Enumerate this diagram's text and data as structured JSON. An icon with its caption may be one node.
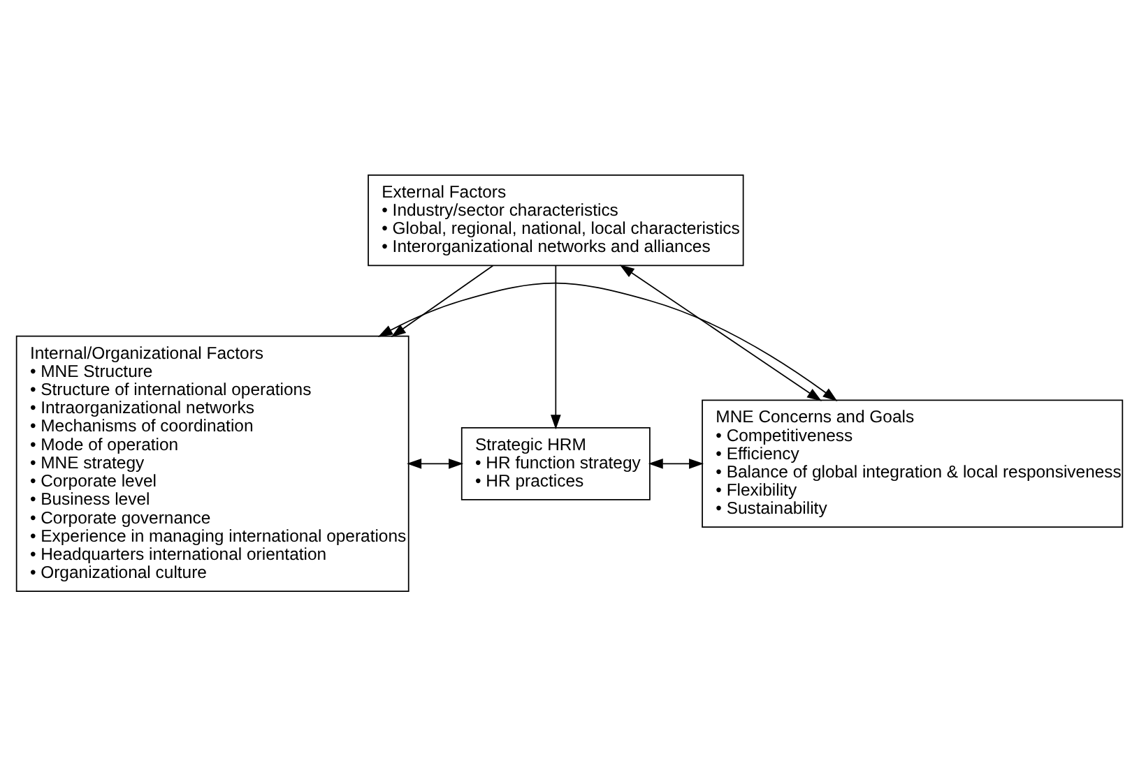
{
  "diagram": {
    "nodes": [
      {
        "text": [
          "External Factors",
          "• Industry/sector characteristics",
          "• Global, regional, national, local characteristics",
          "• Interorganizational networks and alliances"
        ]
      },
      {
        "text": [
          "Internal/Organizational Factors",
          "• MNE Structure",
          "• Structure of international operations",
          "• Intraorganizational networks",
          "• Mechanisms of coordination",
          "• Mode of operation",
          "• MNE strategy",
          "• Corporate level",
          "• Business level",
          "• Corporate governance",
          "• Experience in managing international operations",
          "• Headquarters international orientation",
          "• Organizational culture"
        ]
      },
      {
        "text": [
          "Strategic HRM",
          "• HR function strategy",
          "• HR practices"
        ]
      },
      {
        "text": [
          "MNE Concerns and Goals",
          "• Competitiveness",
          "• Efficiency",
          "• Balance of global integration & local responsiveness",
          "• Flexibility",
          "• Sustainability"
        ]
      }
    ],
    "edges": [
      {
        "from": 0,
        "to": 1,
        "arrow": "to"
      },
      {
        "from": 0,
        "to": 2,
        "arrow": "to"
      },
      {
        "from": 0,
        "to": 3,
        "arrow": "both"
      },
      {
        "from": 1,
        "to": 2,
        "arrow": "both"
      },
      {
        "from": 2,
        "to": 3,
        "arrow": "both"
      },
      {
        "from": 1,
        "to": 3,
        "arrow": "both"
      }
    ]
  }
}
